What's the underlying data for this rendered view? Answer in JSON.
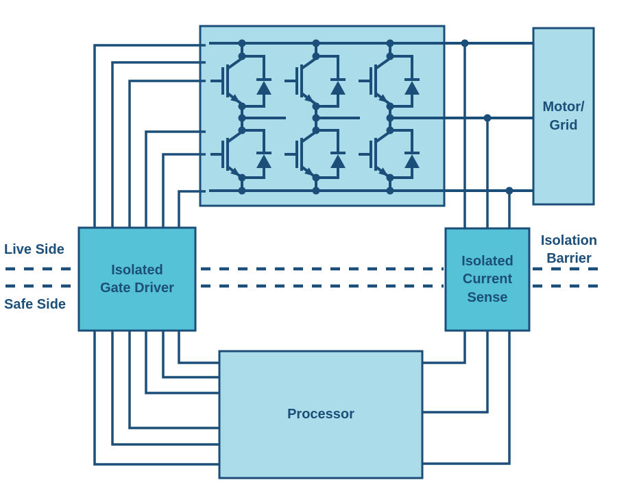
{
  "colors": {
    "navy": "#1B4E78",
    "teal": "#56C2D7",
    "light_blue": "#ABDCE9",
    "background": "#FFFFFF"
  },
  "blocks": {
    "motor_grid": {
      "label": "Motor/\nGrid"
    },
    "gate_driver": {
      "label": "Isolated\nGate Driver"
    },
    "current_sense": {
      "label": "Isolated\nCurrent\nSense"
    },
    "processor": {
      "label": "Processor"
    }
  },
  "annotations": {
    "live_side": "Live Side",
    "safe_side": "Safe Side",
    "isolation_barrier": "Isolation\nBarrier"
  }
}
